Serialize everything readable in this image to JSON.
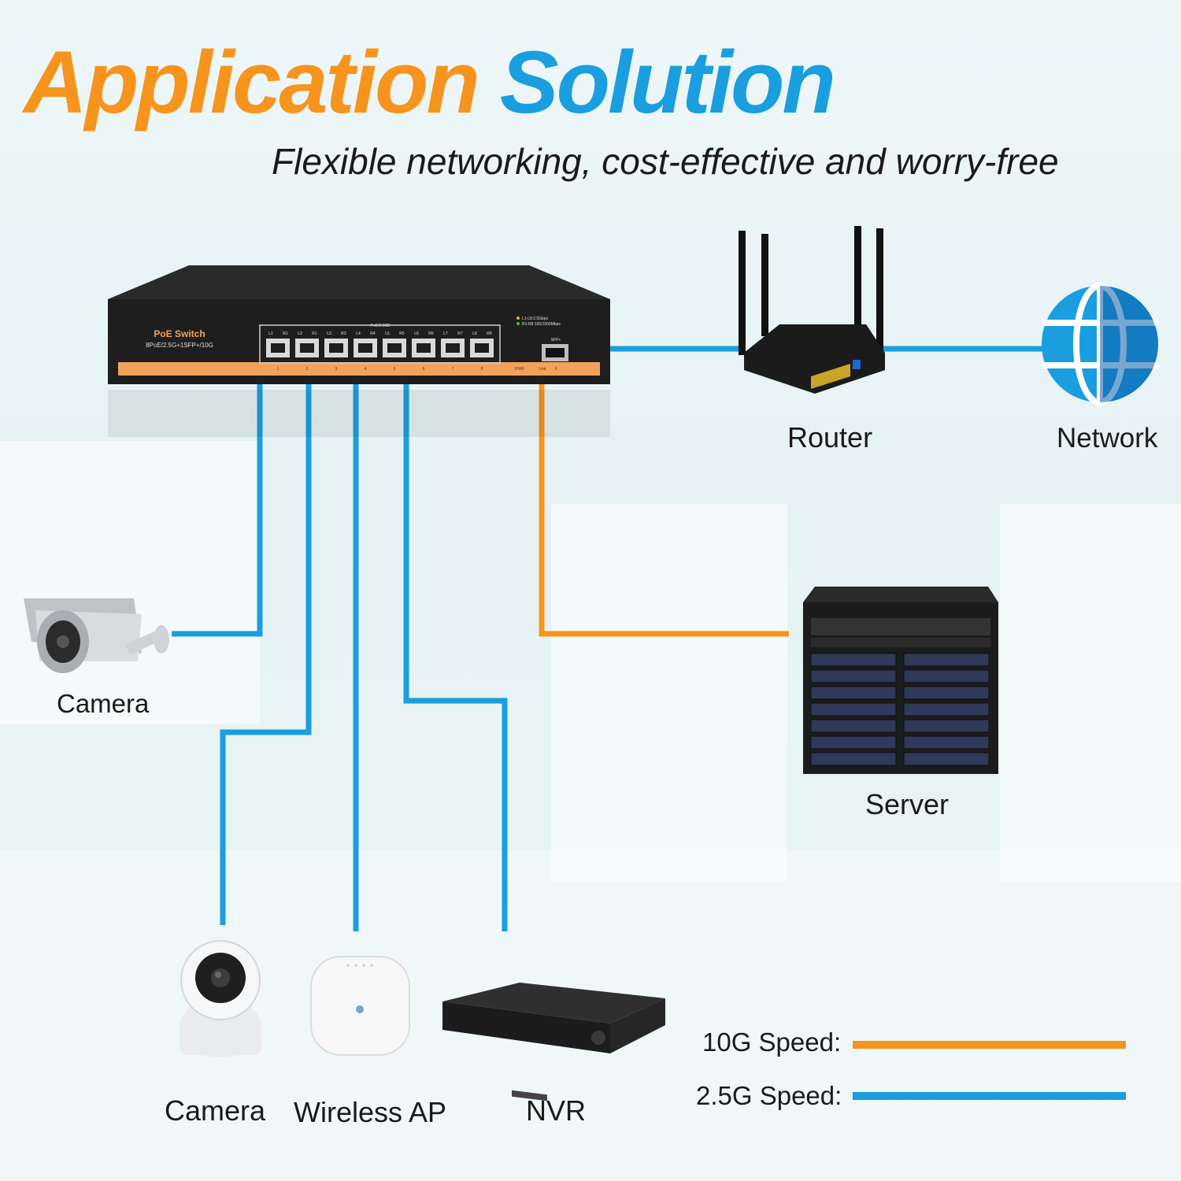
{
  "title": {
    "word1": "Application",
    "word2": "Solution"
  },
  "subtitle": "Flexible networking, cost-effective and worry-free",
  "switch": {
    "brand_label": "PoE Switch",
    "model_label": "8PoE/2.5G+1SFP+/10G",
    "port_group_label": "PoE/2.5GE",
    "sfp_label": "SFP+",
    "led_legend_1": "L1-L8:2.5Gbps",
    "led_legend_2": "R1-R8:100/1000Mbps",
    "port_numbers": [
      "1",
      "2",
      "3",
      "4",
      "5",
      "6",
      "7",
      "8"
    ],
    "led_labels": [
      "L1",
      "R1",
      "L2",
      "R1",
      "L3",
      "R3",
      "L4",
      "R4",
      "L5",
      "R5",
      "L6",
      "R6",
      "L7",
      "R7",
      "L8",
      "R8"
    ],
    "pwr_label": "PWR",
    "link_label": "Link",
    "sfp_number": "9"
  },
  "devices": {
    "router": "Router",
    "network": "Network",
    "server": "Server",
    "camera_bullet": "Camera",
    "camera_dome": "Camera",
    "wireless_ap": "Wireless AP",
    "nvr": "NVR"
  },
  "legend": {
    "speed_10g": "10G Speed:",
    "speed_2_5g": "2.5G Speed:"
  },
  "colors": {
    "orange": "#f7941d",
    "blue": "#1a9ee0",
    "switch_body": "#1e1e1e",
    "switch_stripe": "#f4a259"
  }
}
